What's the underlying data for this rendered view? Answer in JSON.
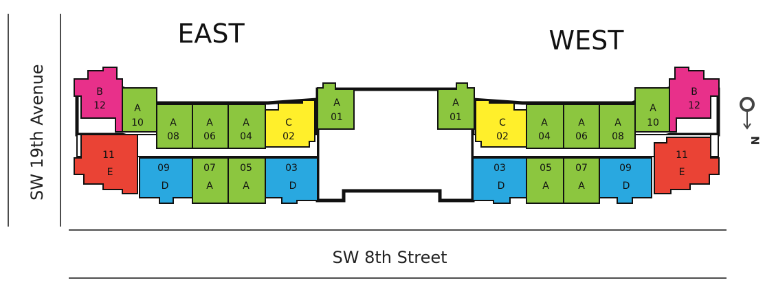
{
  "wings": {
    "east": "EAST",
    "west": "WEST"
  },
  "streets": {
    "side": "SW 19th Avenue",
    "bottom": "SW 8th Street"
  },
  "compass": {
    "label": "N",
    "icon": "north-arrow-icon"
  },
  "colors": {
    "A": "#8cc63f",
    "B": "#e8308a",
    "C": "#ffef2b",
    "D": "#29a8e0",
    "E": "#ea4335"
  },
  "units": {
    "east": [
      {
        "type": "B",
        "num": "12"
      },
      {
        "type": "A",
        "num": "10"
      },
      {
        "type": "A",
        "num": "08"
      },
      {
        "type": "A",
        "num": "06"
      },
      {
        "type": "A",
        "num": "04"
      },
      {
        "type": "C",
        "num": "02"
      },
      {
        "type": "A",
        "num": "01"
      },
      {
        "type": "E",
        "num": "11"
      },
      {
        "type": "D",
        "num": "09"
      },
      {
        "type": "A",
        "num": "07"
      },
      {
        "type": "A",
        "num": "05"
      },
      {
        "type": "D",
        "num": "03"
      }
    ],
    "west": [
      {
        "type": "A",
        "num": "01"
      },
      {
        "type": "C",
        "num": "02"
      },
      {
        "type": "A",
        "num": "04"
      },
      {
        "type": "A",
        "num": "06"
      },
      {
        "type": "A",
        "num": "08"
      },
      {
        "type": "A",
        "num": "10"
      },
      {
        "type": "B",
        "num": "12"
      },
      {
        "type": "D",
        "num": "03"
      },
      {
        "type": "A",
        "num": "05"
      },
      {
        "type": "A",
        "num": "07"
      },
      {
        "type": "D",
        "num": "09"
      },
      {
        "type": "E",
        "num": "11"
      }
    ]
  }
}
